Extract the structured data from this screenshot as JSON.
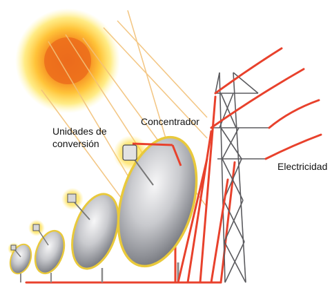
{
  "labels": {
    "conversion_units": "Unidades de conversión",
    "concentrator": "Concentrador",
    "electricity": "Electricidad"
  },
  "colors": {
    "sun_core": "#f07a18",
    "sun_glow": "#ffe15a",
    "sun_rays": "#f2c27a",
    "dish_light": "#f4f4f6",
    "dish_shadow": "#7d7f86",
    "dish_rim": "#e9c93b",
    "cable": "#e8412c",
    "tower": "#5a5a5e"
  },
  "icons": [
    "sun-icon",
    "parabolic-dish-icon",
    "power-tower-icon",
    "power-line-icon"
  ]
}
